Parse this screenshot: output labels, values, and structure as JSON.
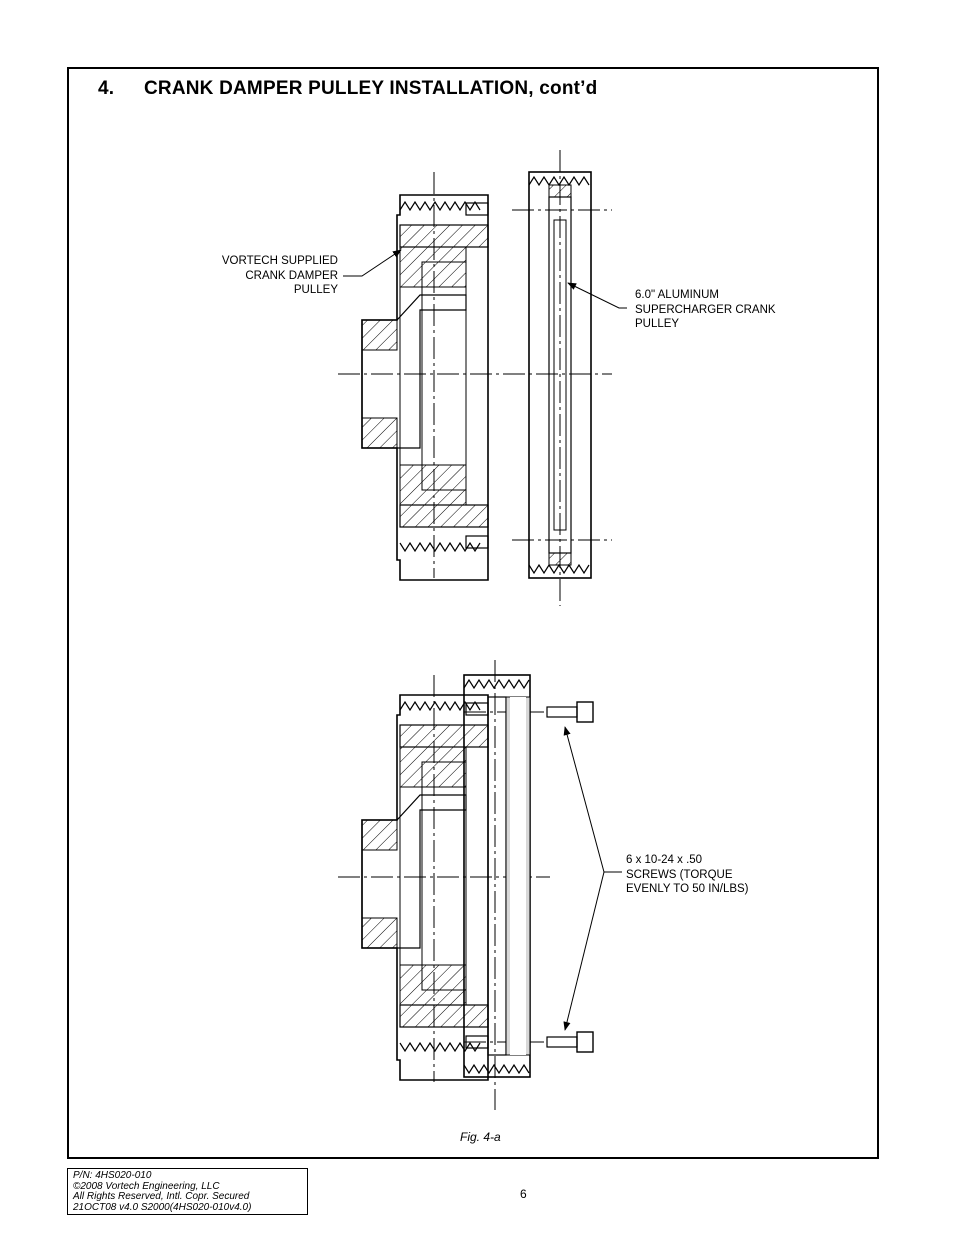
{
  "header": {
    "section_number": "4.",
    "section_title": "CRANK DAMPER PULLEY INSTALLATION, cont’d"
  },
  "figure": {
    "caption": "Fig. 4-a",
    "callouts": {
      "damper": "VORTECH SUPPLIED\nCRANK DAMPER\nPULLEY",
      "crank_pulley": "6.0\" ALUMINUM\nSUPERCHARGER CRANK\nPULLEY",
      "screws": "6 x 10-24 x .50\nSCREWS (TORQUE\nEVENLY TO 50 IN/LBS)"
    }
  },
  "footer": {
    "info": "P/N: 4HS020-010\n©2008 Vortech Engineering, LLC\nAll Rights Reserved, Intl. Copr. Secured\n21OCT08 v4.0 S2000(4HS020-010v4.0)",
    "page_number": "6"
  }
}
